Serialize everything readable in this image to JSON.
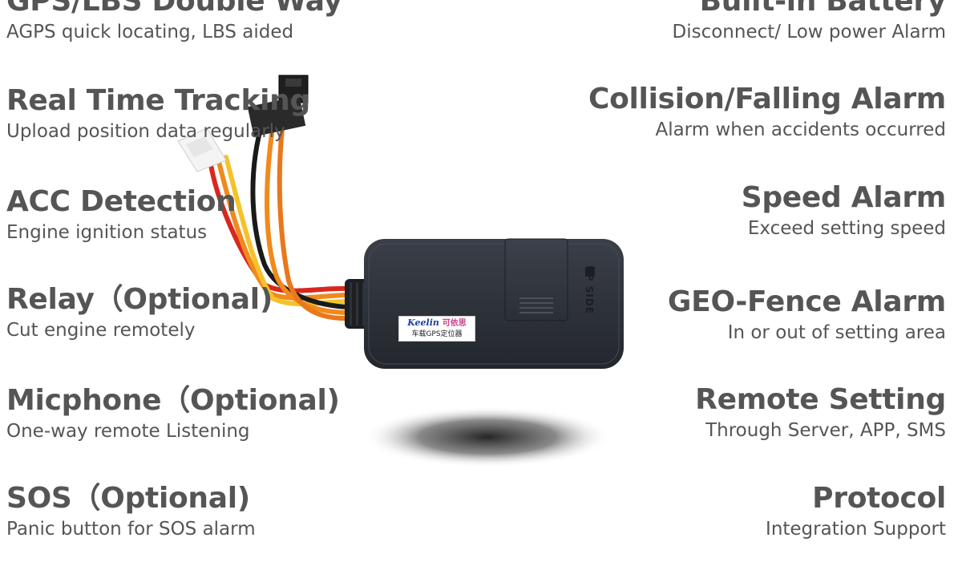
{
  "left_features": [
    {
      "title": "GPS/LBS Double Way",
      "desc": "AGPS quick locating, LBS aided"
    },
    {
      "title": "Real Time Tracking",
      "desc": "Upload position data regularly"
    },
    {
      "title": "ACC Detection",
      "desc": "Engine ignition status"
    },
    {
      "title": "Relay（Optional)",
      "desc": "Cut engine remotely"
    },
    {
      "title": "Micphone（Optional)",
      "desc": "One-way remote Listening"
    },
    {
      "title": "SOS（Optional)",
      "desc": "Panic button for SOS alarm"
    }
  ],
  "right_features": [
    {
      "title": "Built-in Battery",
      "desc": "Disconnect/ Low power Alarm"
    },
    {
      "title": "Collision/Falling Alarm",
      "desc": "Alarm when accidents occurred"
    },
    {
      "title": "Speed Alarm",
      "desc": "Exceed setting speed"
    },
    {
      "title": "GEO-Fence Alarm",
      "desc": "In or out of setting area"
    },
    {
      "title": "Remote Setting",
      "desc": "Through Server, APP, SMS"
    },
    {
      "title": "Protocol",
      "desc": "Integration Support"
    }
  ],
  "device": {
    "brand": "Keelin",
    "brand_cn": "可依思",
    "sub_label": "车载GPS定位器",
    "side_text": "UP SIDE"
  },
  "colors": {
    "text": "#555555",
    "device_body": "#2b2f36",
    "wire_red": "#d8281e",
    "wire_orange": "#f08a1c",
    "wire_yellow": "#f4c22a",
    "wire_black": "#1a1a1a"
  }
}
